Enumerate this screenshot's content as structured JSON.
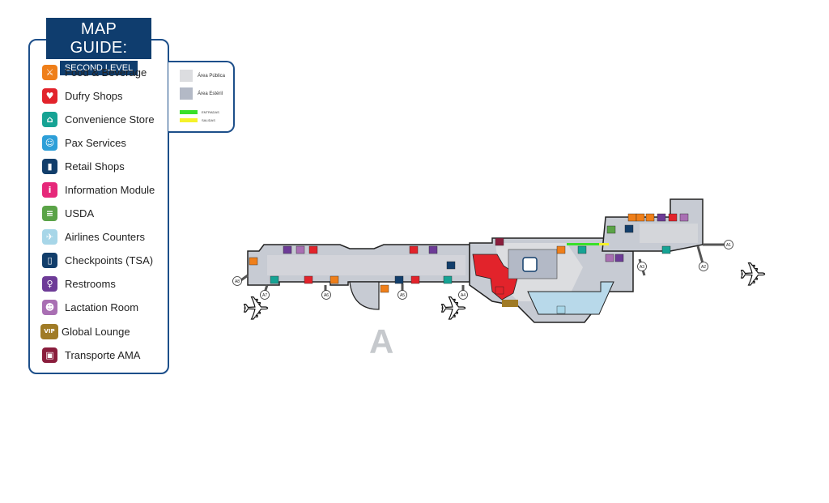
{
  "header": {
    "title": "MAP GUIDE:",
    "subtitle": "SECOND LEVEL"
  },
  "legend": [
    {
      "label": "Food & Beverage",
      "icon": "fork-knife-icon",
      "glyph": "⚔",
      "color": "#ef7f1a"
    },
    {
      "label": "Dufry Shops",
      "icon": "dufry-bag-icon",
      "glyph": "♥",
      "color": "#e2232b"
    },
    {
      "label": "Convenience Store",
      "icon": "basket-icon",
      "glyph": "⌂",
      "color": "#16a394"
    },
    {
      "label": "Pax Services",
      "icon": "person-icon",
      "glyph": "☺",
      "color": "#2d9fd8"
    },
    {
      "label": "Retail Shops",
      "icon": "shopping-bag-icon",
      "glyph": "▮",
      "color": "#123e6b"
    },
    {
      "label": "Information Module",
      "icon": "info-icon",
      "glyph": "i",
      "color": "#e6287a"
    },
    {
      "label": "USDA",
      "icon": "usda-icon",
      "glyph": "≡",
      "color": "#5aa347"
    },
    {
      "label": "Airlines Counters",
      "icon": "airplane-icon",
      "glyph": "✈",
      "color": "#a7d6e8"
    },
    {
      "label": "Checkpoints (TSA)",
      "icon": "checkpoint-icon",
      "glyph": "▯",
      "color": "#123e6b"
    },
    {
      "label": "Restrooms",
      "icon": "restroom-icon",
      "glyph": "♀",
      "color": "#6d3b97"
    },
    {
      "label": "Lactation Room",
      "icon": "lactation-icon",
      "glyph": "☻",
      "color": "#a96fb3"
    },
    {
      "label": "Global Lounge",
      "icon": "vip-icon",
      "glyph": "VIP",
      "color": "#a07b26"
    },
    {
      "label": "Transporte AMA",
      "icon": "bus-icon",
      "glyph": "▣",
      "color": "#8a1d3c"
    }
  ],
  "zones": {
    "public_label": "Área Pública",
    "public_color": "#dcdde0",
    "sterile_label": "Área Estéril",
    "sterile_color": "#b3b9c6",
    "entrance_label": "ENTRADAS",
    "entrance_color": "#39e028",
    "exit_label": "SALIDAS",
    "exit_color": "#f5f22a"
  },
  "terminal": {
    "zone": "A"
  },
  "gates": [
    "A8",
    "A7",
    "A6",
    "A5",
    "A4",
    "A3",
    "A2",
    "A1"
  ]
}
